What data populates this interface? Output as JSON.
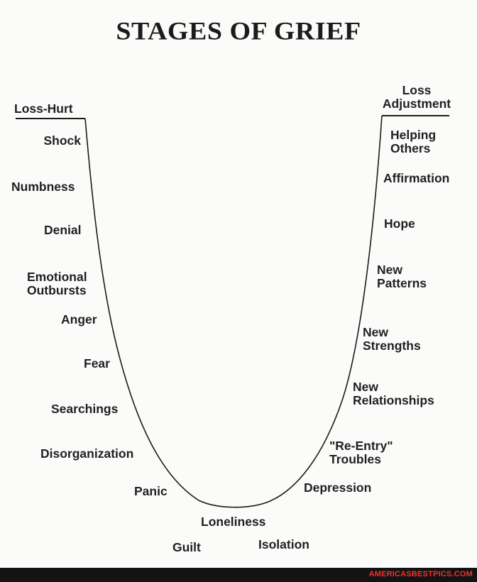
{
  "title": "STAGES OF GRIEF",
  "endpoints": {
    "start": "Loss-Hurt",
    "end_line1": "Loss",
    "end_line2": "Adjustment"
  },
  "descent_stages": [
    {
      "line1": "Shock"
    },
    {
      "line1": "Numbness"
    },
    {
      "line1": "Denial"
    },
    {
      "line1": "Emotional",
      "line2": "Outbursts"
    },
    {
      "line1": "Anger"
    },
    {
      "line1": "Fear"
    },
    {
      "line1": "Searchings"
    },
    {
      "line1": "Disorganization"
    },
    {
      "line1": "Panic"
    }
  ],
  "bottom_stages": [
    {
      "line1": "Loneliness"
    },
    {
      "line1": "Guilt"
    },
    {
      "line1": "Isolation"
    }
  ],
  "ascent_stages": [
    {
      "line1": "Depression"
    },
    {
      "line1": "\"Re-Entry\"",
      "line2": "Troubles"
    },
    {
      "line1": "New",
      "line2": "Relationships"
    },
    {
      "line1": "New",
      "line2": "Strengths"
    },
    {
      "line1": "New",
      "line2": "Patterns"
    },
    {
      "line1": "Hope"
    },
    {
      "line1": "Affirmation"
    },
    {
      "line1": "Helping",
      "line2": "Others"
    }
  ],
  "footer": {
    "watermark": "AMERICASBESTPICS.COM"
  },
  "colors": {
    "background": "#fbfbf9",
    "ink": "#221e22",
    "footer_bg": "#141212",
    "watermark": "#e8362e"
  }
}
